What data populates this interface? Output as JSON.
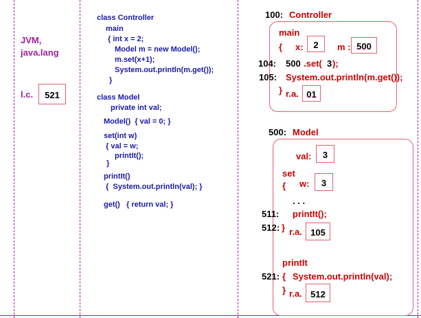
{
  "left": {
    "jvm_line1": "JVM,",
    "jvm_line2": "java.lang",
    "lc_label": "l.c.",
    "lc_value": "521"
  },
  "code": {
    "c1": "class Controller",
    "c2": "main",
    "c3": "{ int x = 2;",
    "c4": "Model m = new Model();",
    "c5": "m.set(x+1);",
    "c6": "System.out.println(m.get());",
    "c7": "}",
    "m1": "class Model",
    "m2": "private int val;",
    "m3": "Model()  { val = 0; }",
    "m4": "set(int w)",
    "m5": "{ val = w;",
    "m6": "printIt();",
    "m7": "}",
    "m8": "printIt()",
    "m9": "{  System.out.println(val); }",
    "m10": "get()   { return val; }"
  },
  "controller": {
    "addr": "100:",
    "name": "Controller",
    "main_label": "main",
    "brace_open": "{",
    "x_label": "x:",
    "x_value": "2",
    "m_label": "m :",
    "m_value": "500",
    "line104_num": "104:",
    "line104_a": "500",
    "line104_b": ".set(",
    "line104_c": "3",
    "line104_d": ");",
    "line105_num": "105:",
    "line105_code": "System.out.println(m.get());",
    "brace_close": "}",
    "ra_label": "r.a.",
    "ra_value": "01"
  },
  "model": {
    "addr": "500:",
    "name": "Model",
    "val_label": "val:",
    "val_value": "3",
    "set_label": "set",
    "set_brace": "{",
    "w_label": "w:",
    "w_value": "3",
    "dots": ". . .",
    "line511_num": "511:",
    "line511_code": "printIt();",
    "line512_num": "512:",
    "line512_brace": "}",
    "ra1_label": "r.a.",
    "ra1_value": "105",
    "printit_label": "printIt",
    "line521_num": "521:",
    "line521_brace": "{",
    "line521_code": "System.out.println(val);",
    "close_brace": "}",
    "ra2_label": "r.a.",
    "ra2_value": "512"
  }
}
